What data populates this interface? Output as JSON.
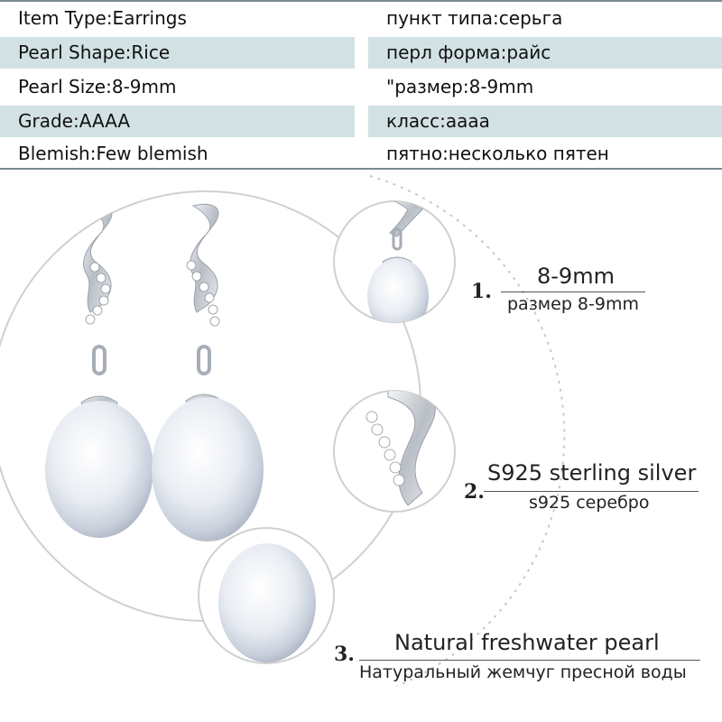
{
  "specs": [
    {
      "left": "Item Type:Earrings",
      "right": "пункт типа:серьга",
      "shaded": false
    },
    {
      "left": "Pearl Shape:Rice",
      "right": "перл форма:райс",
      "shaded": true
    },
    {
      "left": "Pearl Size:8-9mm",
      "right": "\"размер:8-9mm",
      "shaded": false
    },
    {
      "left": "Grade:AAAA",
      "right": "класс:аааа",
      "shaded": true
    },
    {
      "left": "Blemish:Few blemish",
      "right": "пятно:несколько пятен",
      "shaded": false
    }
  ],
  "features": [
    {
      "number": "1.",
      "en": "8-9mm",
      "ru": "размер 8-9mm"
    },
    {
      "number": "2.",
      "en": "S925 sterling silver",
      "ru": "s925 серебро"
    },
    {
      "number": "3.",
      "en": "Natural freshwater pearl",
      "ru": "Натуральный жемчуг пресной воды"
    }
  ],
  "colors": {
    "row_shade": "#d2e1e4",
    "separator": "#7a8a90",
    "silver": "#c8ccd2",
    "pearl": "#eef1f5"
  }
}
